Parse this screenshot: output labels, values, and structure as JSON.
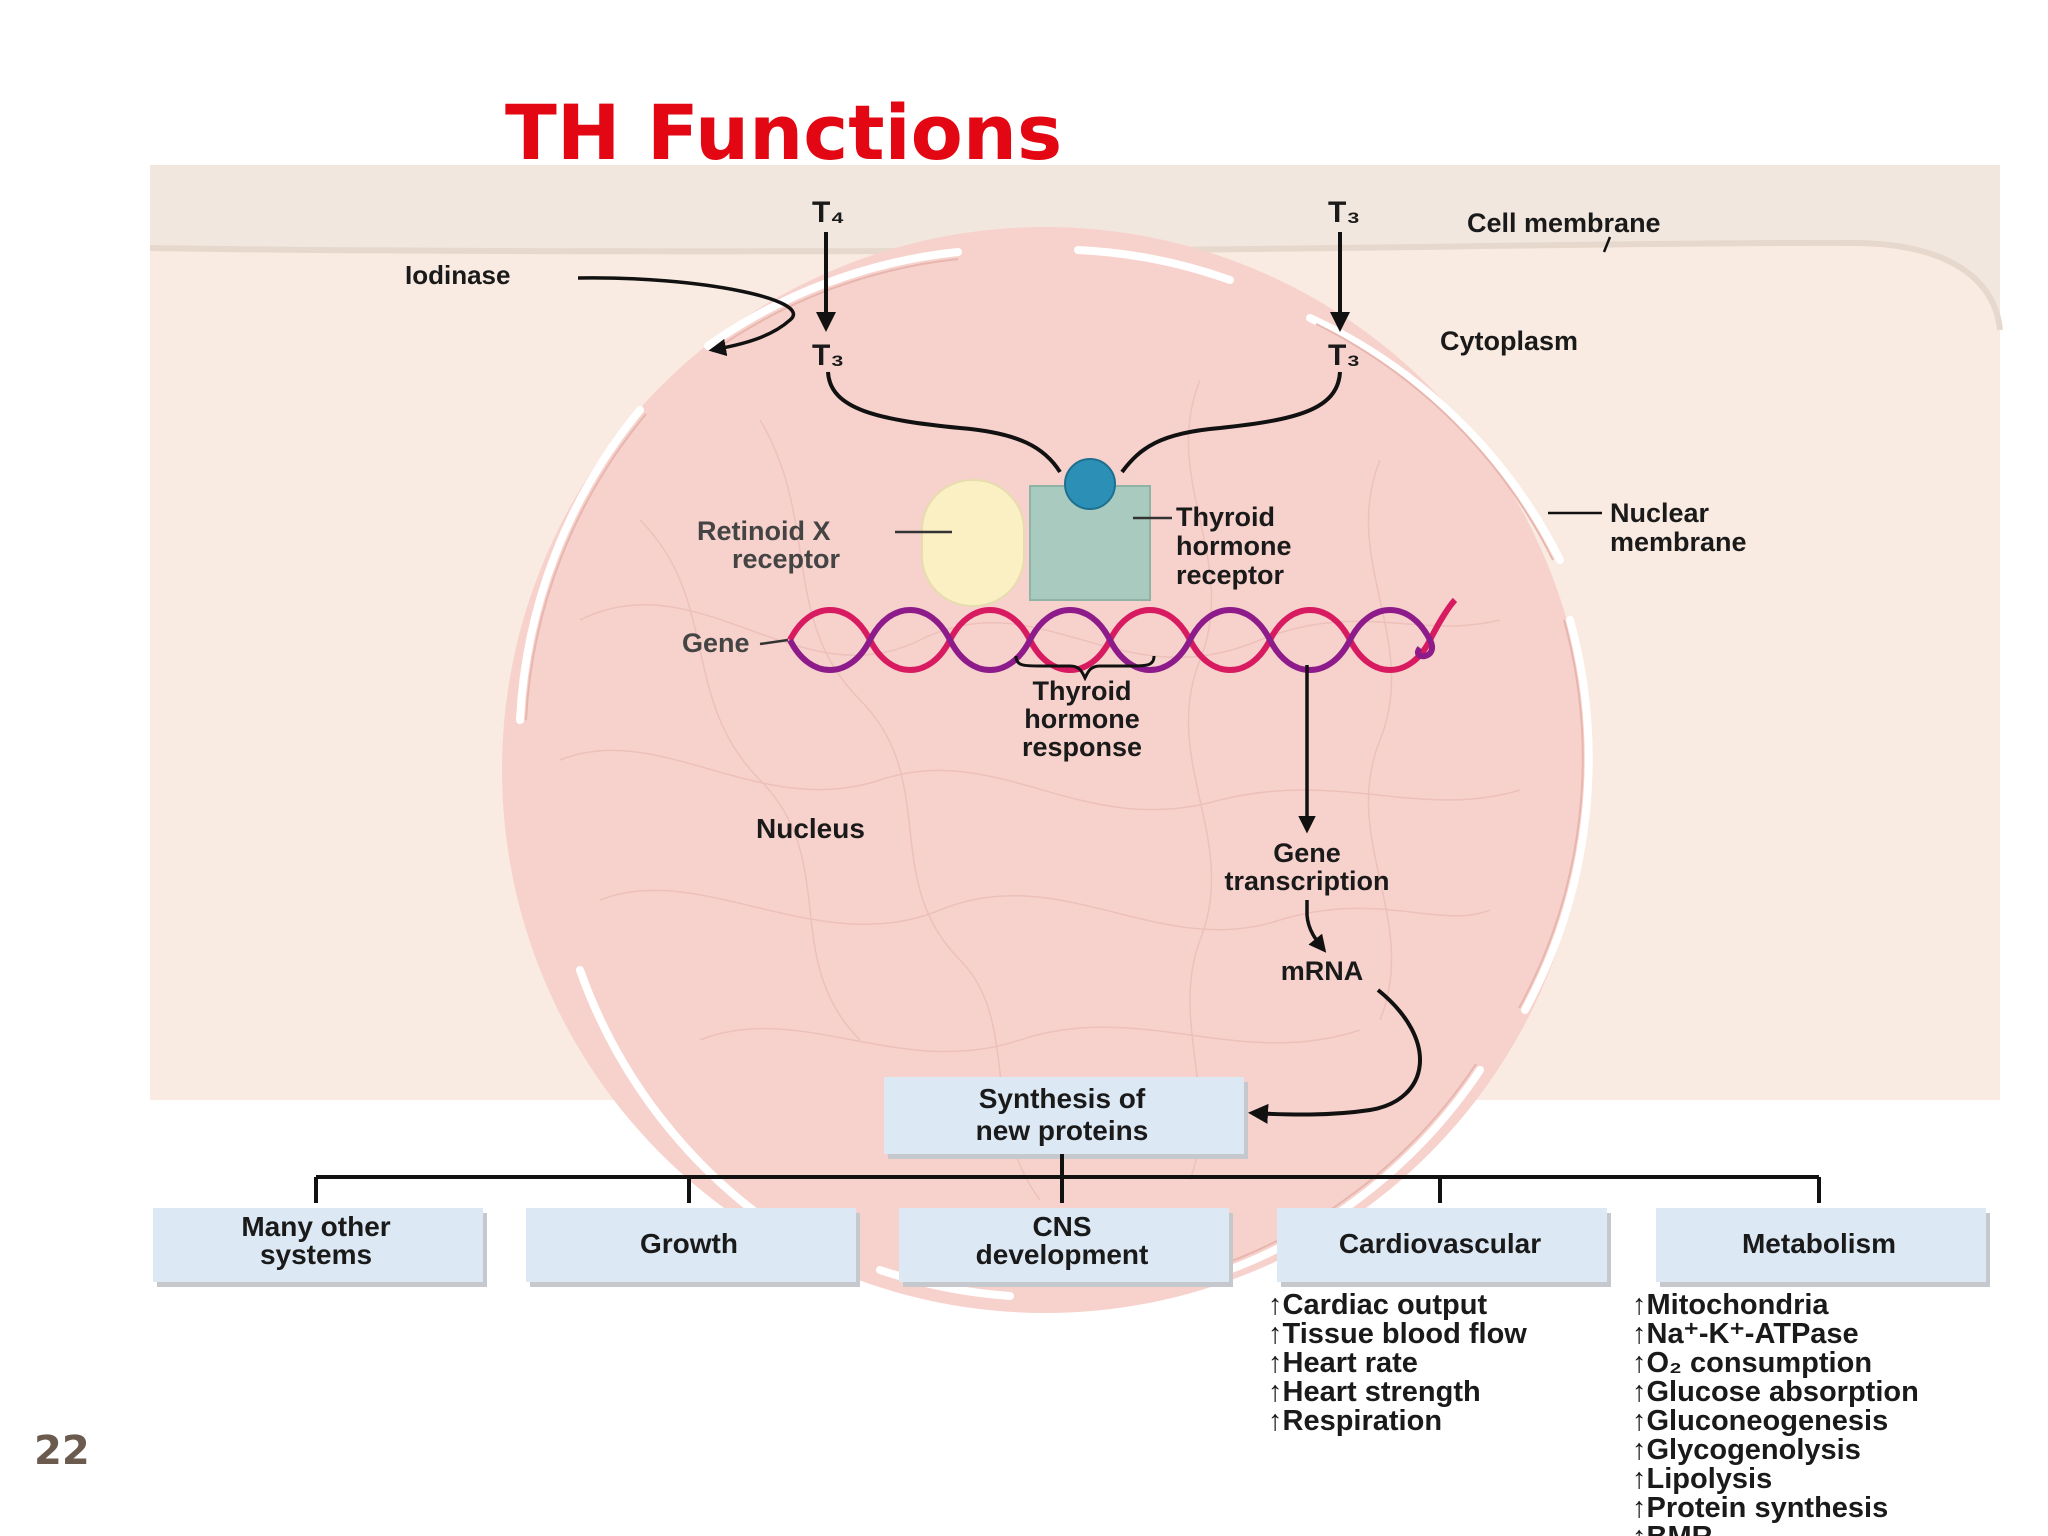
{
  "slide": {
    "title": "TH Functions",
    "number": "22"
  },
  "labels": {
    "t4": "T₄",
    "t3_top_right": "T₃",
    "t3_left": "T₃",
    "t3_right": "T₃",
    "iodinase": "Iodinase",
    "cell_membrane": "Cell membrane",
    "cytoplasm": "Cytoplasm",
    "retinoid_x_receptor": [
      "Retinoid X",
      "receptor"
    ],
    "thyroid_hormone_receptor": [
      "Thyroid",
      "hormone",
      "receptor"
    ],
    "nuclear_membrane": [
      "Nuclear",
      "membrane"
    ],
    "gene": "Gene",
    "thyroid_hormone_response": [
      "Thyroid",
      "hormone",
      "response"
    ],
    "nucleus": "Nucleus",
    "gene_transcription": [
      "Gene",
      "transcription"
    ],
    "mrna": "mRNA"
  },
  "synthesis_box": [
    "Synthesis of",
    "new proteins"
  ],
  "function_boxes": [
    {
      "lines": [
        "Many other",
        "systems"
      ]
    },
    {
      "lines": [
        "Growth"
      ]
    },
    {
      "lines": [
        "CNS",
        "development"
      ]
    },
    {
      "lines": [
        "Cardiovascular"
      ]
    },
    {
      "lines": [
        "Metabolism"
      ]
    }
  ],
  "cardiovascular_effects": [
    "↑Cardiac output",
    "↑Tissue blood flow",
    "↑Heart rate",
    "↑Heart strength",
    "↑Respiration"
  ],
  "metabolism_effects": [
    "↑Mitochondria",
    "↑Na⁺-K⁺-ATPase",
    "↑O₂ consumption",
    "↑Glucose absorption",
    "↑Gluconeogenesis",
    "↑Glycogenolysis",
    "↑Lipolysis",
    "↑Protein synthesis",
    "↑BMR"
  ],
  "colors": {
    "title": "#e30613",
    "cytoplasm": "#f9ebe1",
    "nucleus": "#f7d2cc",
    "box_fill": "#dce8f4",
    "dna_strand_a": "#d81b60",
    "dna_strand_b": "#8e1b8a",
    "rxr": "#fbf0c4",
    "tr": "#a9cbbf",
    "t3_ligand": "#2b8fb6"
  }
}
